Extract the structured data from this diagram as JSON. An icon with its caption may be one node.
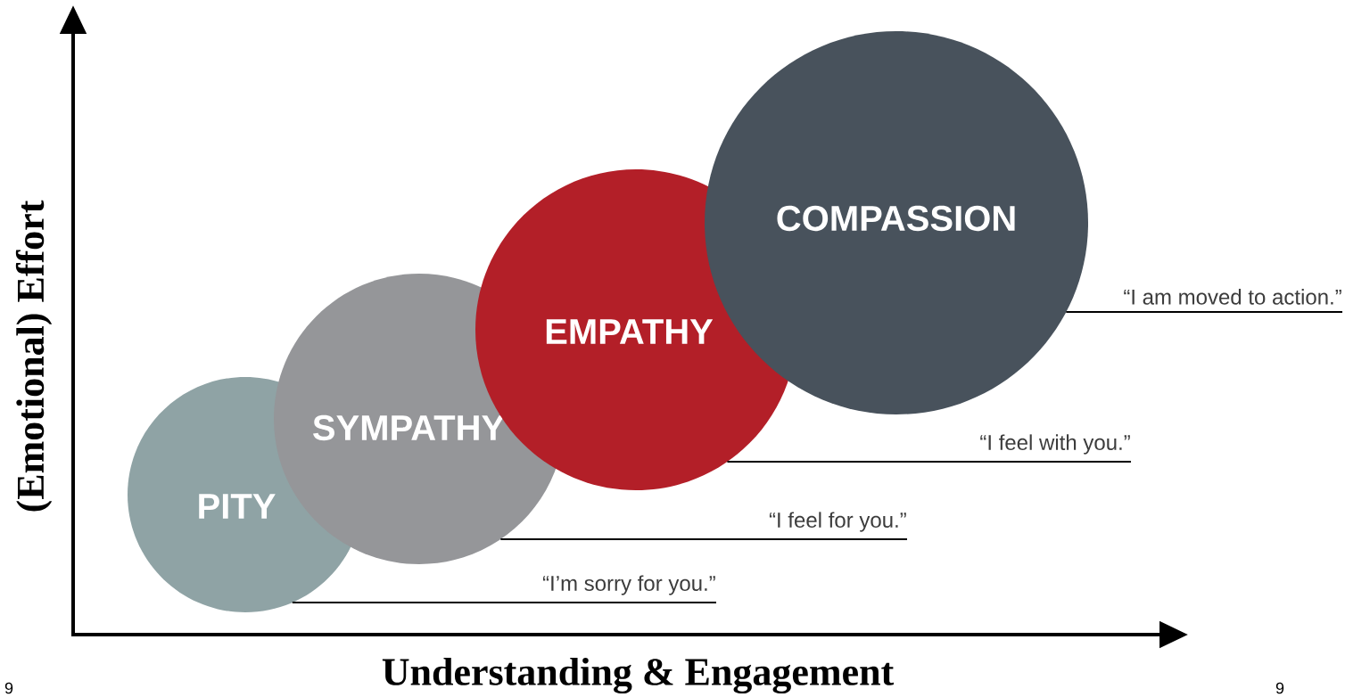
{
  "diagram": {
    "nodes": [
      {
        "text": [
          "PITY"
        ]
      },
      {
        "text": [
          "SYMPATHY"
        ]
      },
      {
        "text": [
          "EMPATHY"
        ]
      },
      {
        "text": [
          "COMPASSION"
        ]
      },
      {
        "text": [
          "“I’m sorry for you.”"
        ]
      },
      {
        "text": [
          "“I feel for you.”"
        ]
      },
      {
        "text": [
          "“I feel with you.”"
        ]
      },
      {
        "text": [
          "“I am moved to action.”"
        ]
      }
    ],
    "edges": [
      {
        "from": 0,
        "to": 4,
        "arrow": "none"
      },
      {
        "from": 1,
        "to": 5,
        "arrow": "none"
      },
      {
        "from": 2,
        "to": 6,
        "arrow": "none"
      },
      {
        "from": 3,
        "to": 7,
        "arrow": "none"
      }
    ],
    "labels": [
      "(Emotional) Effort",
      "Understanding & Engagement",
      "9",
      "9"
    ]
  }
}
